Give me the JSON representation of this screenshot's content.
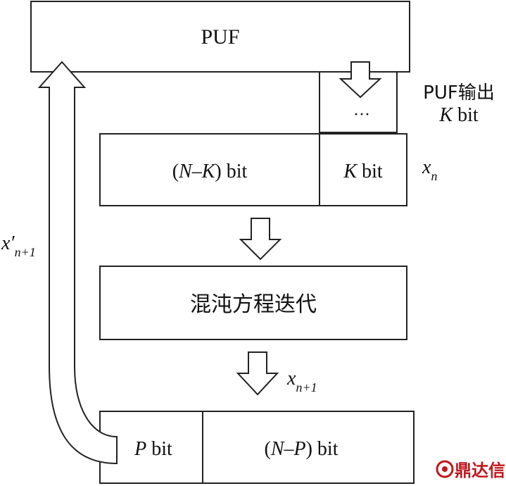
{
  "diagram": {
    "puf_box": {
      "label": "PUF"
    },
    "puf_output": {
      "dots": "···",
      "label_line1": "PUF输出",
      "label_line2_var": "K",
      "label_line2_unit": " bit"
    },
    "xn_register": {
      "left_open": "(",
      "left_var_n": "N",
      "left_minus": "–",
      "left_var_k": "K",
      "left_close": ") bit",
      "right_var": "K",
      "right_unit": " bit",
      "side_var": "x",
      "side_sub": "n"
    },
    "chaos_box": {
      "label": "混沌方程迭代"
    },
    "xn1_label": {
      "var": "x",
      "sub": "n+1"
    },
    "xn1_prime_label": {
      "var": "x′",
      "sub": "n+1"
    },
    "output_register": {
      "left_var": "P",
      "left_unit": " bit",
      "right_open": "(",
      "right_var_n": "N",
      "right_minus": "–",
      "right_var_p": "P",
      "right_close": ") bit"
    },
    "watermark": {
      "text": "鼎达信"
    }
  },
  "colors": {
    "stroke": "#222222",
    "watermark": "#c0171d",
    "background": "#ffffff"
  }
}
